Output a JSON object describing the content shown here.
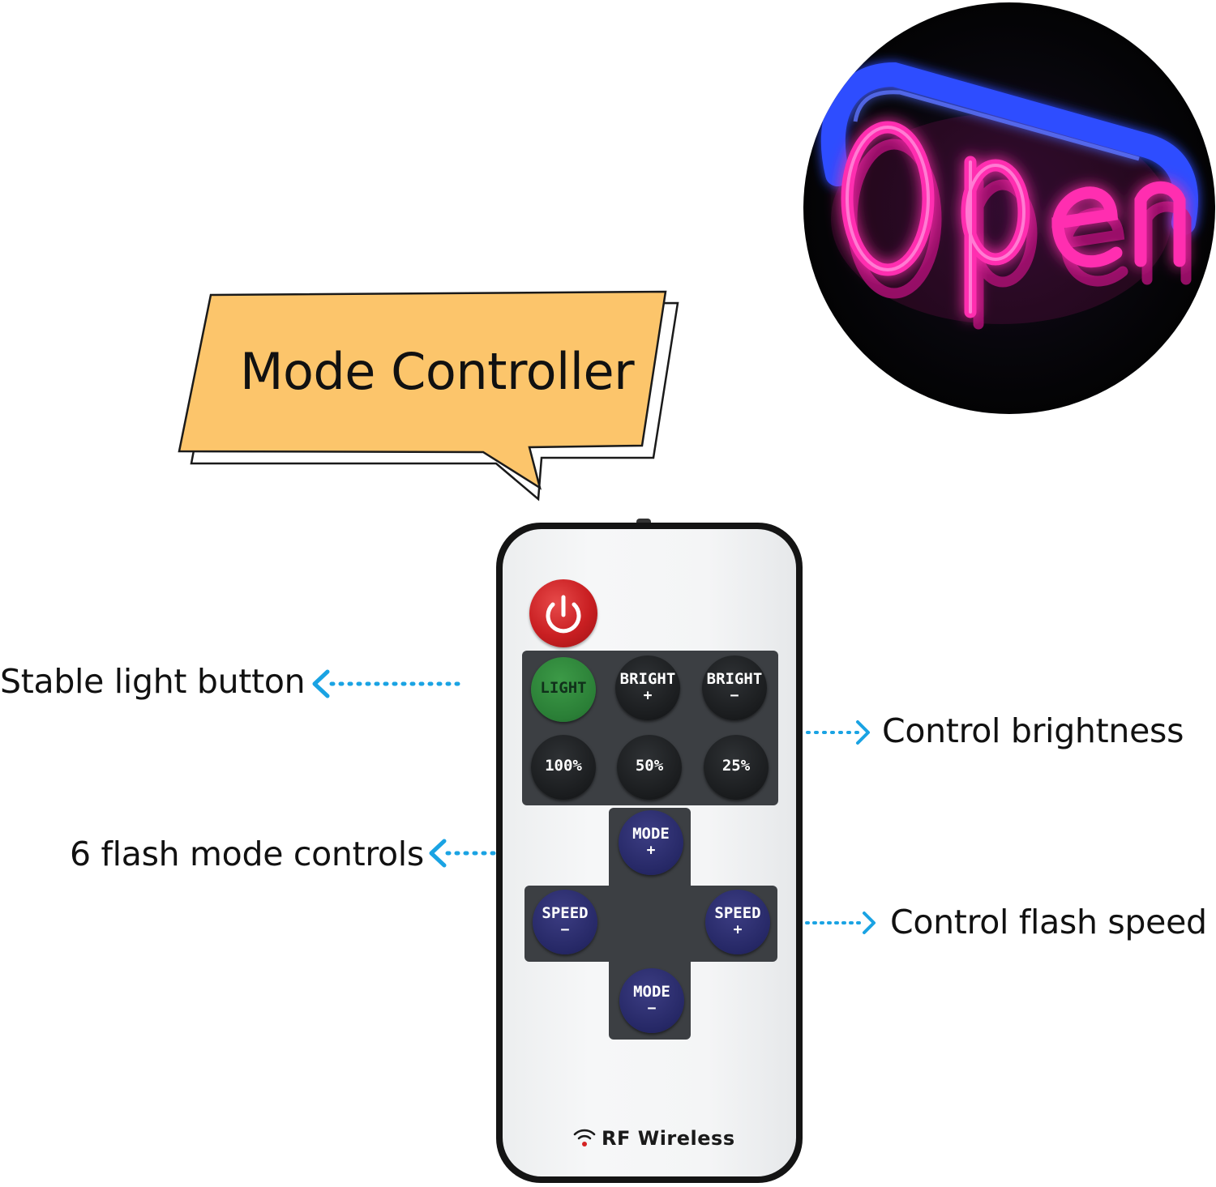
{
  "sign": {
    "text": "Open",
    "colors": {
      "letters": "#ff2fb0",
      "frame": "#2f4dff",
      "background": "#050507"
    }
  },
  "bubble": {
    "title": "Mode Controller",
    "fill": "#fcc56b"
  },
  "callouts": {
    "stable_light": "Stable light button",
    "brightness": "Control brightness",
    "flash_modes": "6 flash mode controls",
    "flash_speed": "Control flash speed",
    "arrow_color": "#1aa3e3"
  },
  "remote": {
    "power_icon": "power-icon",
    "buttons": {
      "light": "LIGHT",
      "bright_up": {
        "label": "BRIGHT",
        "sign": "+"
      },
      "bright_down": {
        "label": "BRIGHT",
        "sign": "−"
      },
      "pct_100": "100%",
      "pct_50": "50%",
      "pct_25": "25%",
      "mode_up": {
        "label": "MODE",
        "sign": "+"
      },
      "speed_down": {
        "label": "SPEED",
        "sign": "−"
      },
      "speed_up": {
        "label": "SPEED",
        "sign": "+"
      },
      "mode_down": {
        "label": "MODE",
        "sign": "−"
      }
    },
    "footer": {
      "icon": "wifi-icon",
      "text": "RF Wireless"
    },
    "colors": {
      "power": "#c91f22",
      "light": "#2a7e36",
      "dark": "#1a1c1e",
      "navy": "#262866"
    }
  }
}
